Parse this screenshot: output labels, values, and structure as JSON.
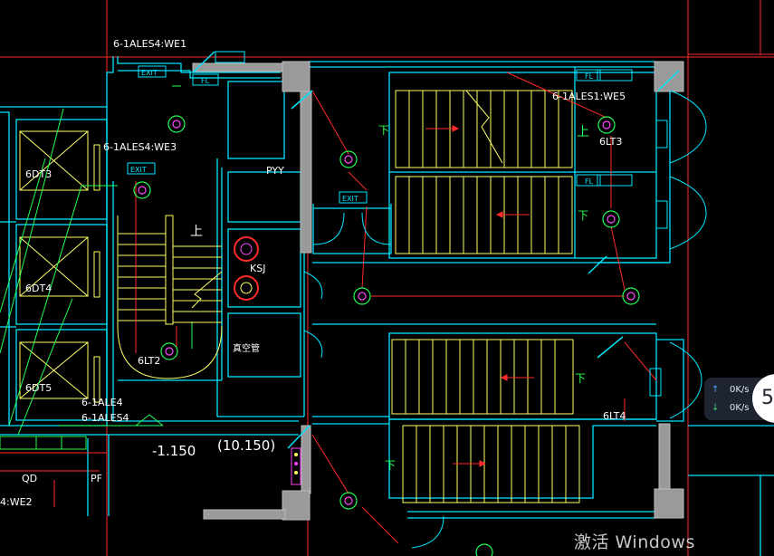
{
  "labels": {
    "wall_tag_top": "6-1ALES4:WE1",
    "wall_tag_mid": "6-1ALES4:WE3",
    "wall_tag_right": "6-1ALES1:WE5",
    "cable_tag_1": "6-1ALE4",
    "cable_tag_2": "6-1ALES4",
    "cable_tag_bottom": "4:WE2",
    "elevator_1": "6DT3",
    "elevator_2": "6DT4",
    "elevator_3": "6DT5",
    "stair_1": "6LT2",
    "stair_2": "6LT3",
    "stair_3": "6LT4",
    "shaft_1": "PYY",
    "shaft_2": "KSJ",
    "shaft_3": "真空管",
    "room_qd": "QD",
    "room_pf": "PF",
    "up_mark": "上",
    "down_mark": "下",
    "exit": "EXIT",
    "fl": "FL",
    "elev_level": "-1.150",
    "elev_level_2": "(10.150)"
  },
  "network": {
    "upload": "0K/s",
    "download": "0K/s",
    "badge": "5"
  },
  "watermark": "激活 Windows",
  "colors": {
    "background": "#000000",
    "wall": "#00e5ff",
    "stairs": "#ffff66",
    "red": "#ff2a2a",
    "green": "#22ff55",
    "column": "#9a9a9a",
    "magenta": "#ff44ff"
  }
}
